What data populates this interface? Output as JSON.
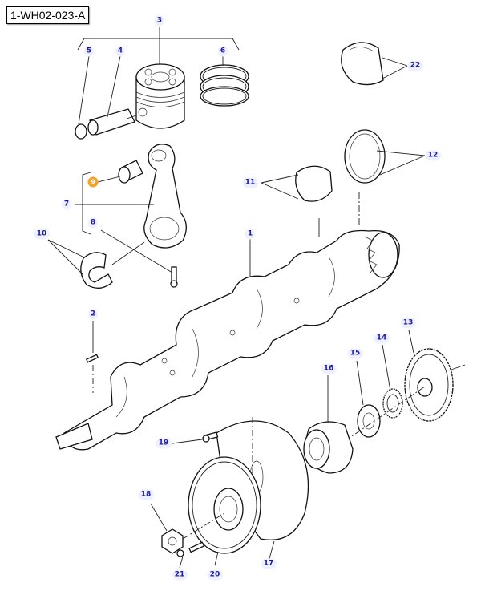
{
  "diagram": {
    "title": "1-WH02-023-A",
    "highlight_color": "#f0a52a",
    "label_color": "#1a1aa8",
    "callouts": [
      {
        "id": "1",
        "part": "crankshaft"
      },
      {
        "id": "2",
        "part": "key"
      },
      {
        "id": "3",
        "part": "piston"
      },
      {
        "id": "4",
        "part": "piston-pin"
      },
      {
        "id": "5",
        "part": "circlip"
      },
      {
        "id": "6",
        "part": "piston-rings"
      },
      {
        "id": "7",
        "part": "connecting-rod"
      },
      {
        "id": "8",
        "part": "rod-bolt"
      },
      {
        "id": "9",
        "part": "small-end-bush",
        "highlighted": true
      },
      {
        "id": "10",
        "part": "big-end-bearing"
      },
      {
        "id": "11",
        "part": "main-bearing"
      },
      {
        "id": "12",
        "part": "thrust-washer"
      },
      {
        "id": "13",
        "part": "gear"
      },
      {
        "id": "14",
        "part": "crankshaft-gear"
      },
      {
        "id": "15",
        "part": "washer"
      },
      {
        "id": "16",
        "part": "hub"
      },
      {
        "id": "17",
        "part": "damper"
      },
      {
        "id": "18",
        "part": "nut"
      },
      {
        "id": "19",
        "part": "bolt"
      },
      {
        "id": "20",
        "part": "pulley"
      },
      {
        "id": "21",
        "part": "pulley-bolt"
      },
      {
        "id": "22",
        "part": "bearing-shells"
      }
    ]
  }
}
